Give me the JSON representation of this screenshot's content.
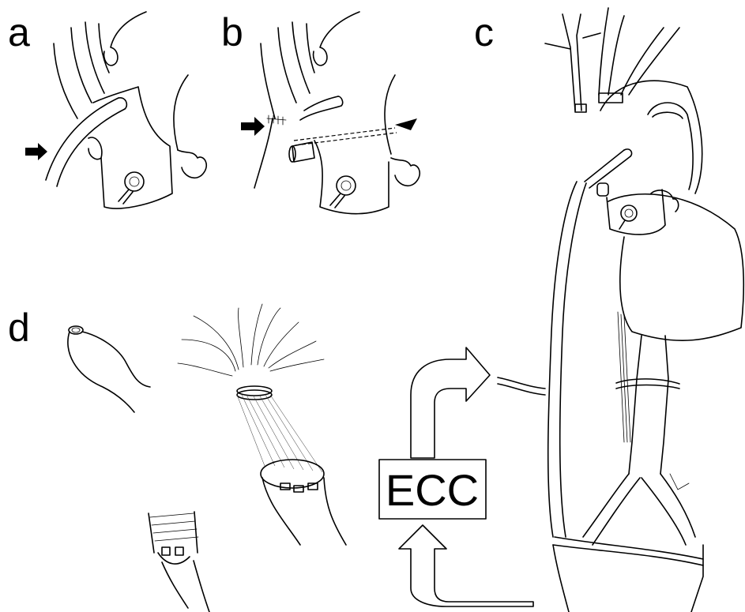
{
  "panels": {
    "a": {
      "label": "a"
    },
    "b": {
      "label": "b"
    },
    "c": {
      "label": "c"
    },
    "d": {
      "label": "d"
    }
  },
  "ecc_box": {
    "label": "ECC"
  }
}
